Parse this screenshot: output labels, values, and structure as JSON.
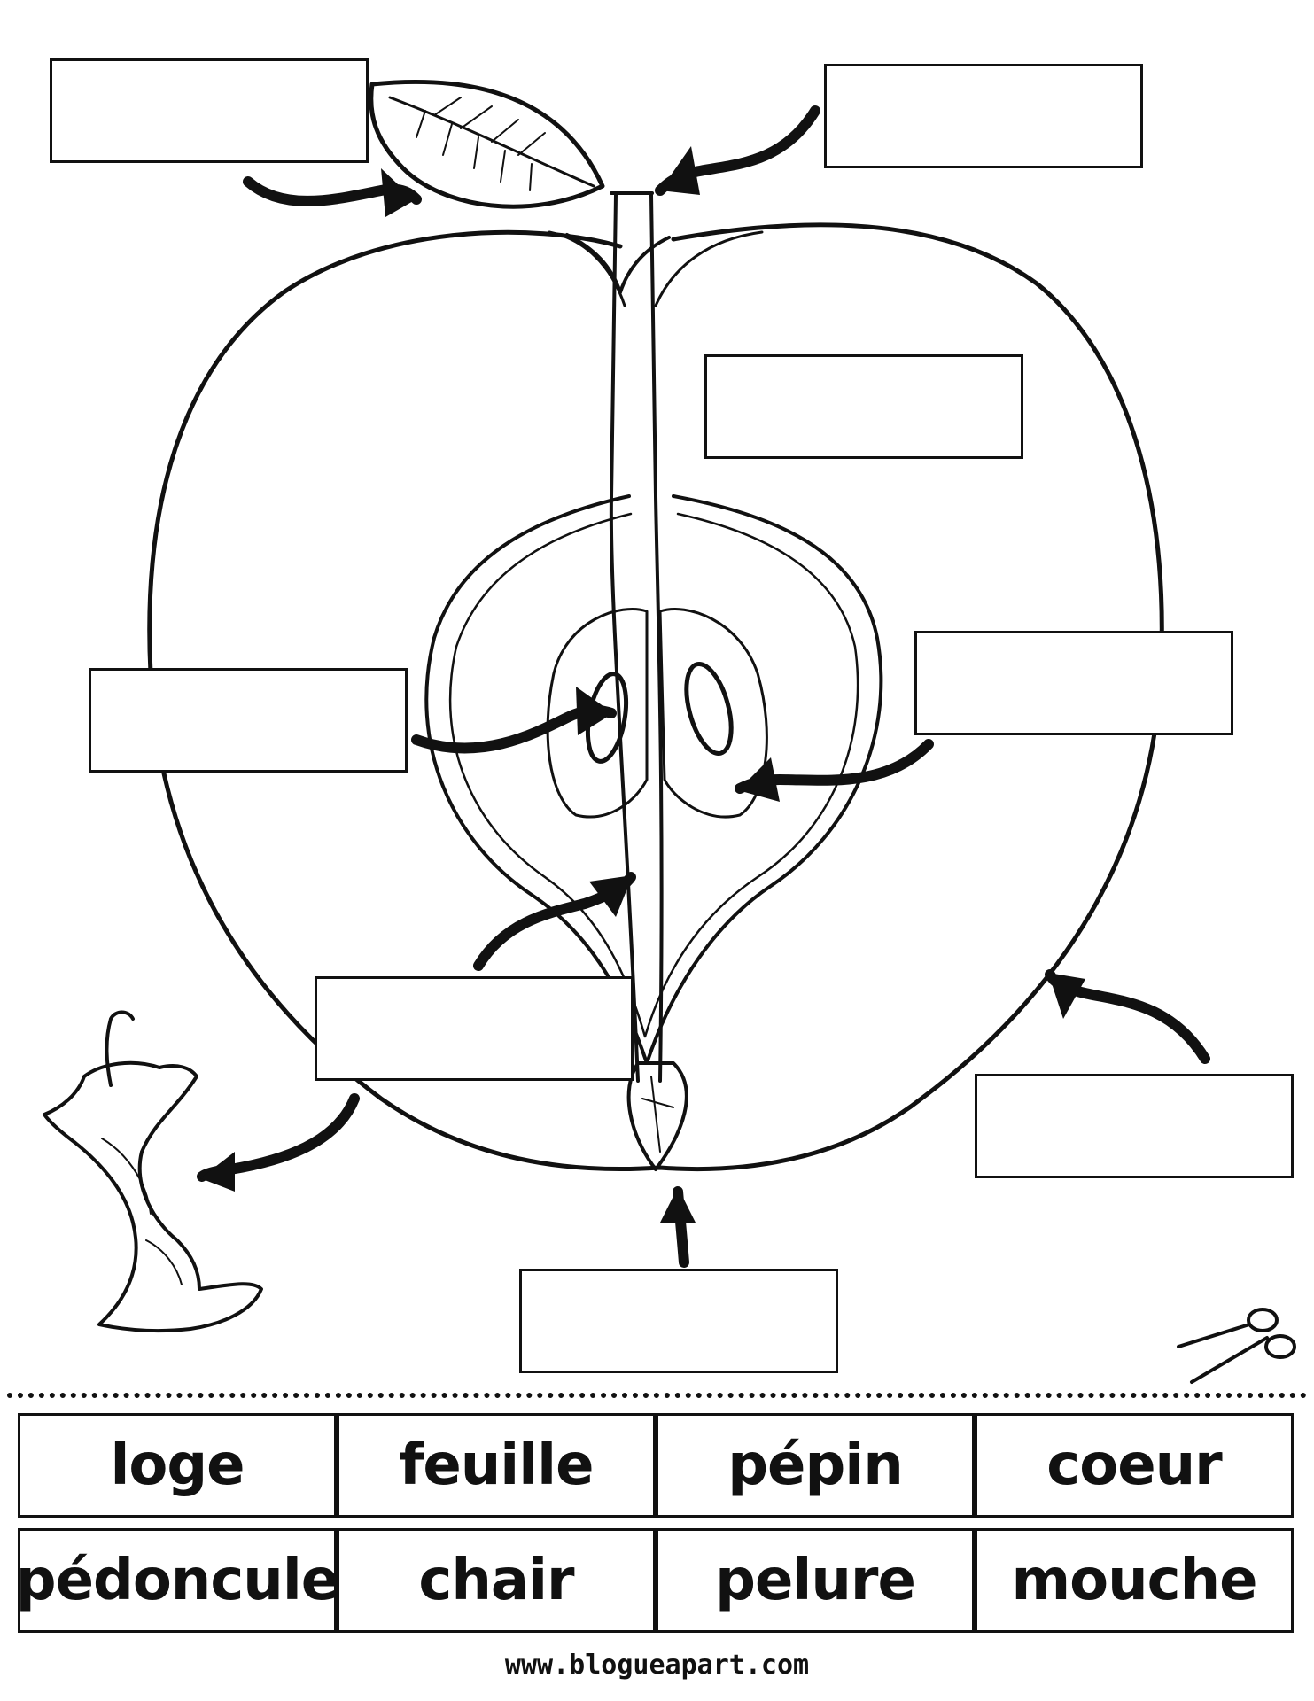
{
  "word_bank": [
    {
      "id": "loge",
      "label": "loge"
    },
    {
      "id": "feuille",
      "label": "feuille"
    },
    {
      "id": "pepin",
      "label": "pépin"
    },
    {
      "id": "coeur",
      "label": "coeur"
    },
    {
      "id": "pedoncule",
      "label": "pédoncule"
    },
    {
      "id": "chair",
      "label": "chair"
    },
    {
      "id": "pelure",
      "label": "pelure"
    },
    {
      "id": "mouche",
      "label": "mouche"
    }
  ],
  "footer": {
    "url": "www.blogueapart.com"
  },
  "icons": {
    "cut": "scissors-icon",
    "core": "apple-core-icon"
  }
}
